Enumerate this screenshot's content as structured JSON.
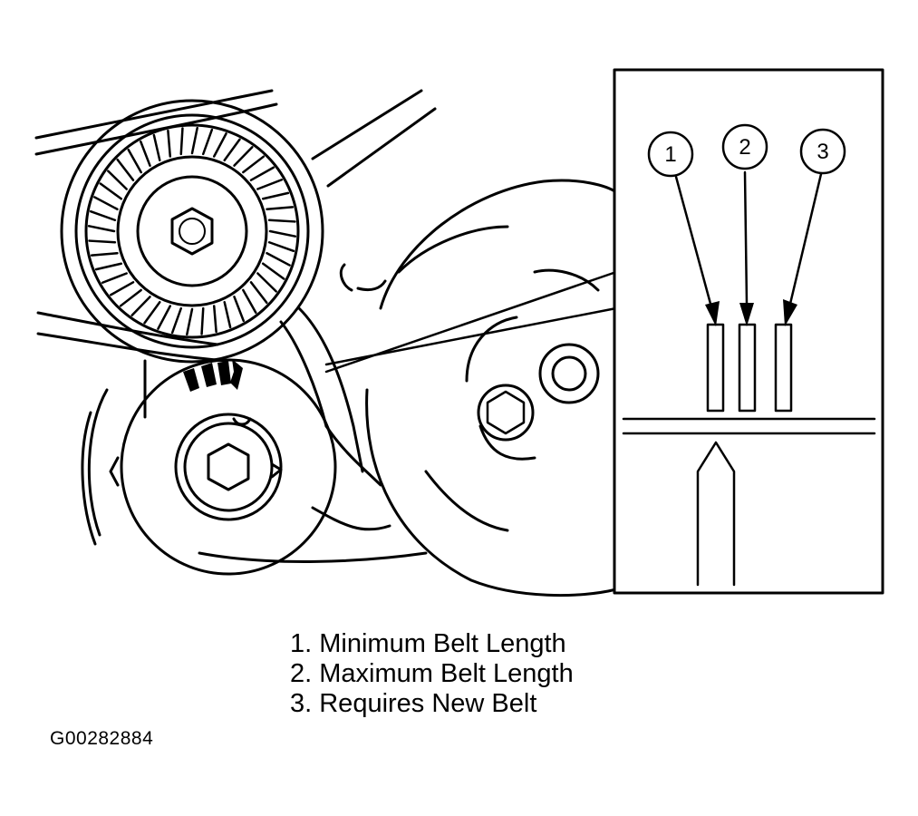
{
  "callouts": [
    {
      "number": "1",
      "meaning": "Minimum Belt Length"
    },
    {
      "number": "2",
      "meaning": "Maximum Belt Length"
    },
    {
      "number": "3",
      "meaning": "Requires New Belt"
    }
  ],
  "legend": [
    "1. Minimum Belt Length",
    "2. Maximum Belt Length",
    "3. Requires New Belt"
  ],
  "figure_id": "G00282884"
}
